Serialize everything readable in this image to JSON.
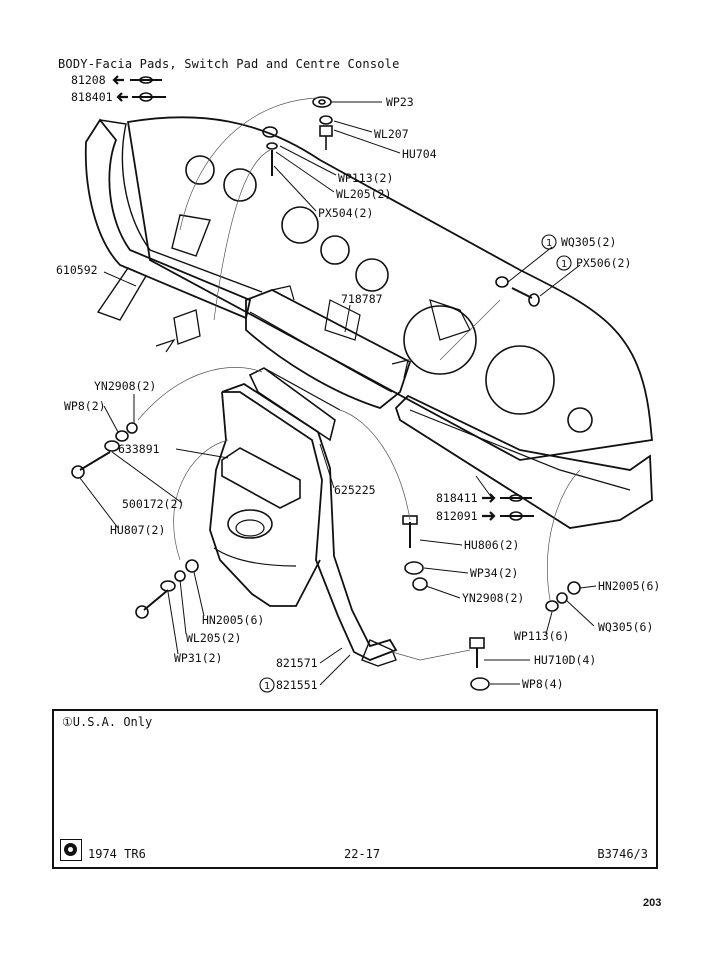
{
  "title": "BODY-Facia Pads, Switch Pad and Centre Console",
  "part_labels": {
    "p81208": "81208",
    "p818401": "818401",
    "wp23": "WP23",
    "wl207": "WL207",
    "hu704": "HU704",
    "wp113_2": "WP113(2)",
    "wl205_2": "WL205(2)",
    "px504_2": "PX504(2)",
    "wq305_2": "WQ305(2)",
    "px506_2": "PX506(2)",
    "p610592": "610592",
    "p718787": "718787",
    "yn2908_2_top": "YN2908(2)",
    "wp8_2": "WP8(2)",
    "p633891": "633891",
    "p625225": "625225",
    "p500172_2": "500172(2)",
    "hu807_2": "HU807(2)",
    "p818411": "818411",
    "p812091": "812091",
    "hu806_2": "HU806(2)",
    "wp34_2": "WP34(2)",
    "yn2908_2_bottom": "YN2908(2)",
    "hn2005_6_right": "HN2005(6)",
    "wq305_6": "WQ305(6)",
    "wp113_6": "WP113(6)",
    "hn2005_6_left": "HN2005(6)",
    "wl205_2_low": "WL205(2)",
    "wp31_2": "WP31(2)",
    "p821571": "821571",
    "p821551": "821551",
    "hu710d_4": "HU710D(4)",
    "wp8_4": "WP8(4)",
    "circled_one": "1"
  },
  "legend": {
    "note": "①U.S.A. Only",
    "model": "1974 TR6",
    "page_ref": "22-17",
    "drawing_ref": "B3746/3"
  },
  "page_number": "203",
  "icons": [
    "triumph-logo-icon",
    "left-arrow-icon",
    "right-arrow-icon"
  ]
}
